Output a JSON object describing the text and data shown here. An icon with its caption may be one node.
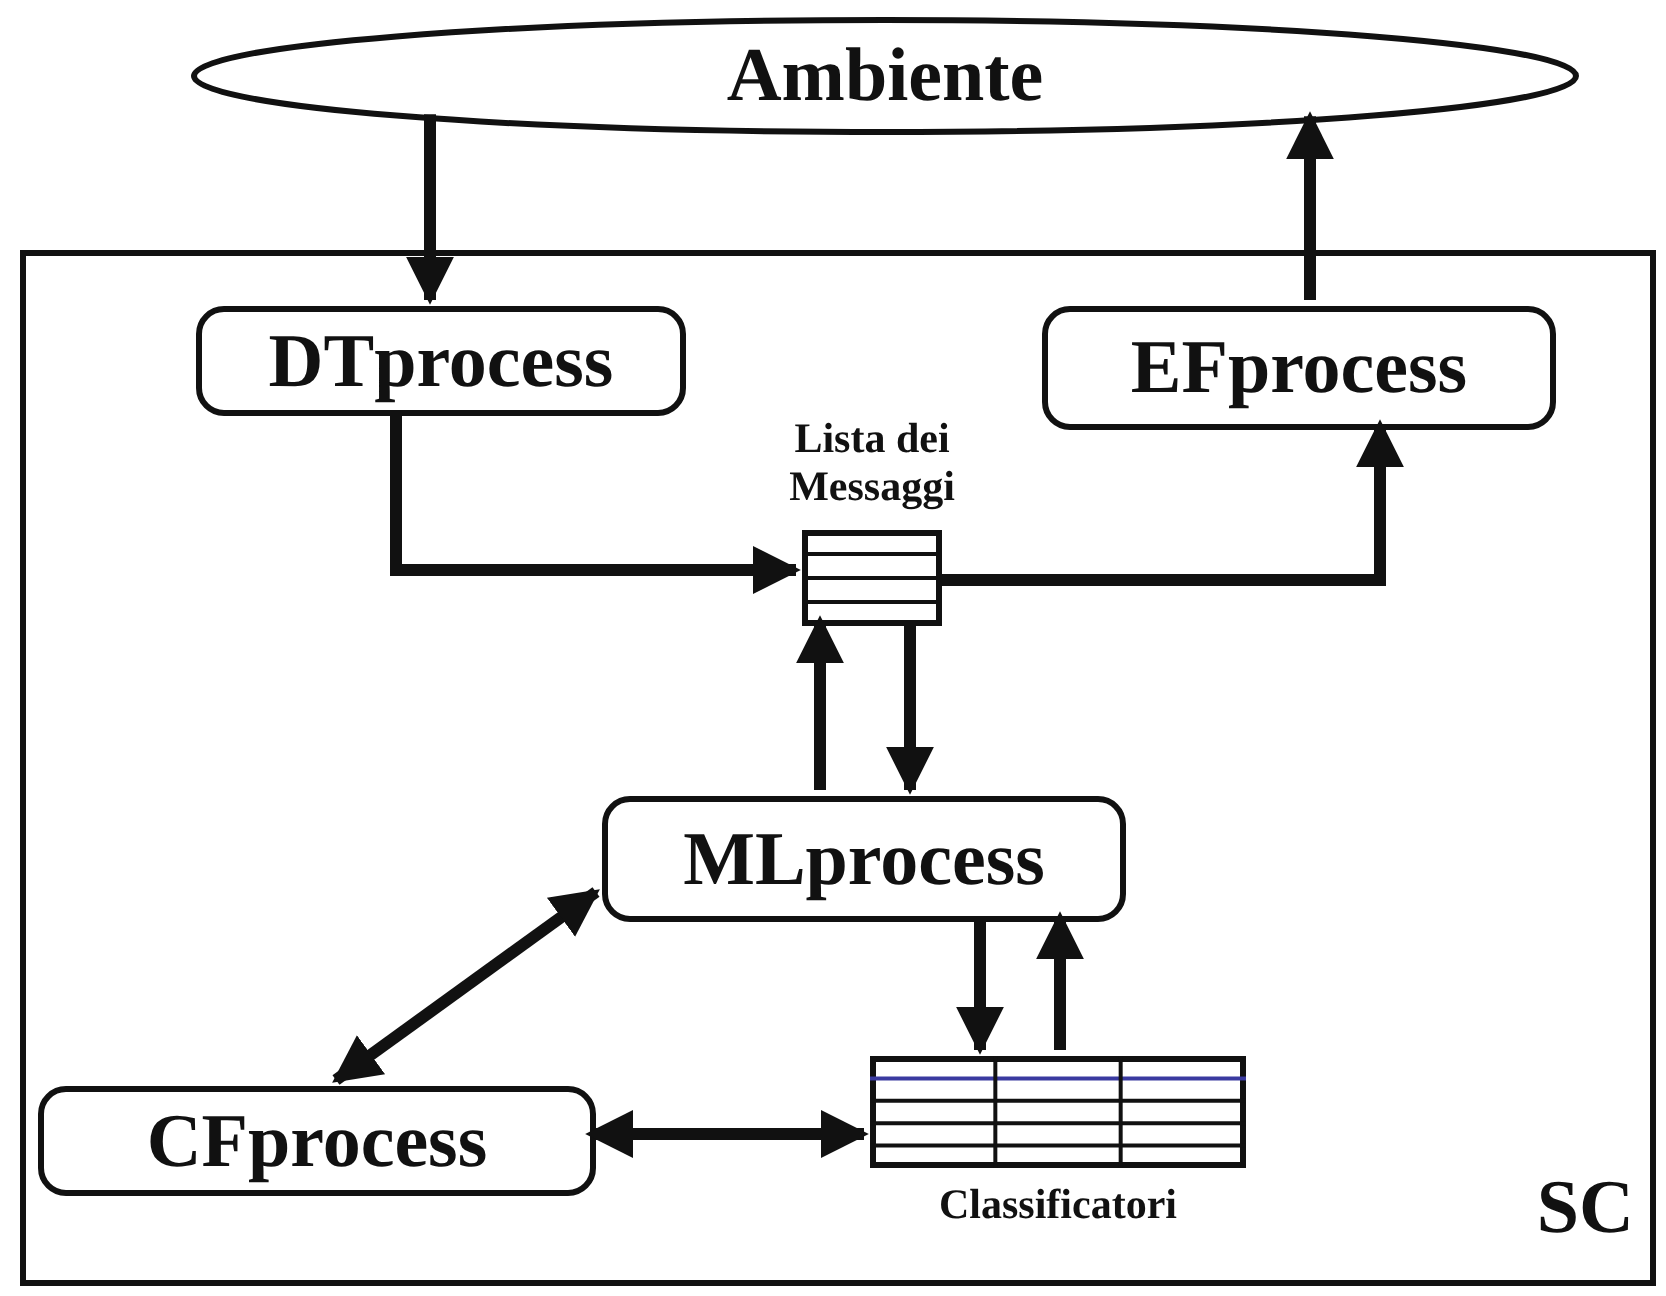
{
  "diagram": {
    "nodes": [
      {
        "text": [
          "Ambiente"
        ]
      },
      {
        "text": [
          "SC"
        ]
      },
      {
        "text": [
          "DTprocess"
        ],
        "in": 1
      },
      {
        "text": [
          "EFprocess"
        ],
        "in": 1
      },
      {
        "text": [
          "Lista dei Messaggi"
        ],
        "in": 1
      },
      {
        "text": [
          "MLprocess"
        ],
        "in": 1
      },
      {
        "text": [
          "CFprocess"
        ],
        "in": 1
      },
      {
        "text": [
          "Classificatori"
        ],
        "in": 1
      }
    ],
    "edges": [
      {
        "from": 0,
        "to": 2,
        "arrow": "to"
      },
      {
        "from": 3,
        "to": 0,
        "arrow": "to"
      },
      {
        "from": 2,
        "to": 4,
        "arrow": "to"
      },
      {
        "from": 4,
        "to": 3,
        "arrow": "to"
      },
      {
        "from": 5,
        "to": 4,
        "arrow": "to"
      },
      {
        "from": 4,
        "to": 5,
        "arrow": "to"
      },
      {
        "from": 5,
        "to": 6,
        "arrow": "both"
      },
      {
        "from": 5,
        "to": 7,
        "arrow": "to"
      },
      {
        "from": 7,
        "to": 5,
        "arrow": "to"
      },
      {
        "from": 6,
        "to": 7,
        "arrow": "both"
      }
    ]
  }
}
